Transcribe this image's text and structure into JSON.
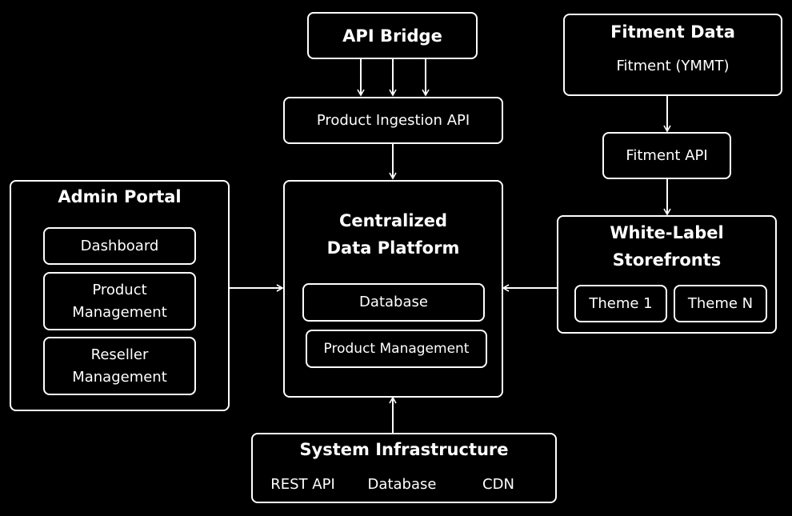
{
  "api_bridge": {
    "title": "API Bridge"
  },
  "product_ingestion_api": {
    "label": "Product Ingestion API"
  },
  "fitment_data": {
    "title": "Fitment Data",
    "subtitle": "Fitment (YMMT)"
  },
  "fitment_api": {
    "label": "Fitment API"
  },
  "admin_portal": {
    "title": "Admin Portal",
    "items": [
      "Dashboard",
      "Product Management",
      "Reseller Management"
    ]
  },
  "central_platform": {
    "title": "Centralized Data Platform",
    "items": [
      "Database",
      "Product Management"
    ]
  },
  "storefronts": {
    "title": "White-Label Storefronts",
    "themes": [
      "Theme 1",
      "Theme N"
    ]
  },
  "infrastructure": {
    "title": "System Infrastructure",
    "items": [
      "REST API",
      "Database",
      "CDN"
    ]
  },
  "colors": {
    "background": "#000000",
    "foreground": "#ffffff"
  }
}
